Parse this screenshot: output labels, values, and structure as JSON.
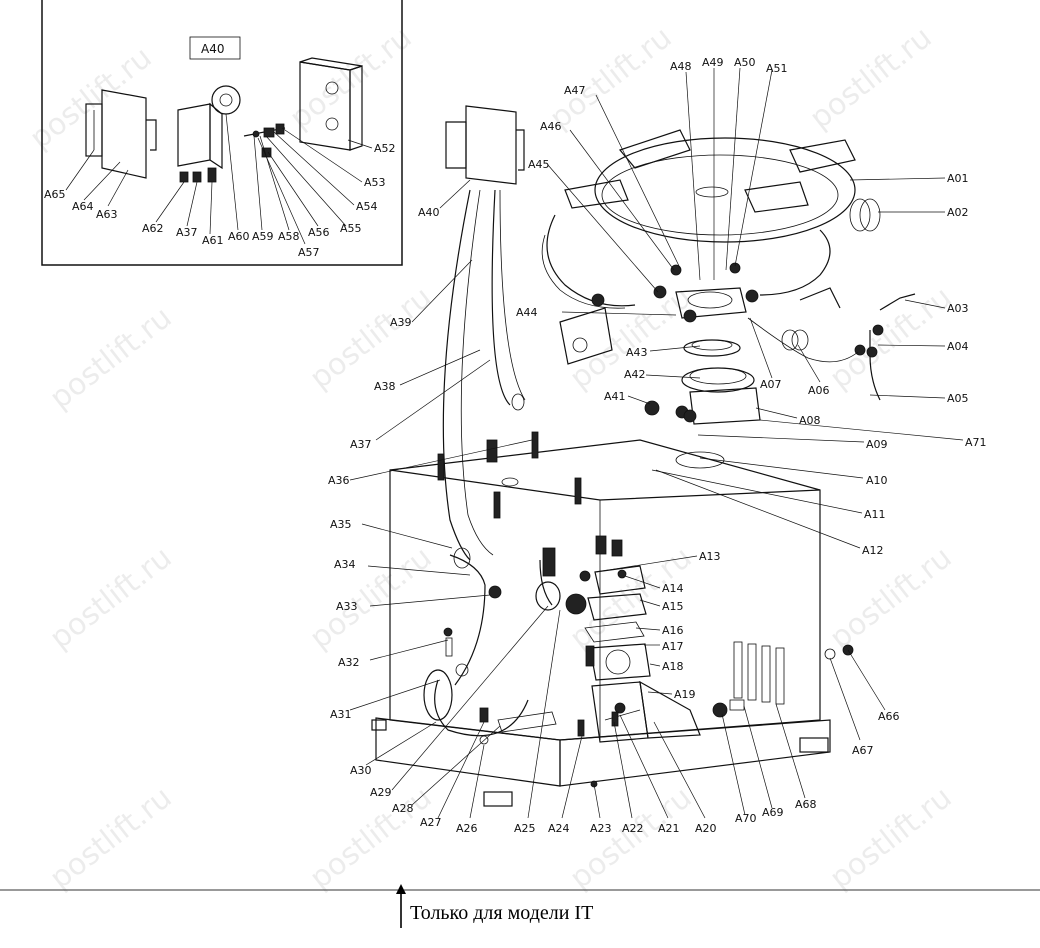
{
  "inset": {
    "title": "A40"
  },
  "footnote": {
    "text": "Только для модели IT"
  },
  "watermark": {
    "text": "postlift.ru"
  },
  "labels": [
    "A01",
    "A02",
    "A03",
    "A04",
    "A05",
    "A06",
    "A07",
    "A08",
    "A09",
    "A10",
    "A11",
    "A12",
    "A13",
    "A14",
    "A15",
    "A16",
    "A17",
    "A18",
    "A19",
    "A20",
    "A21",
    "A22",
    "A23",
    "A24",
    "A25",
    "A26",
    "A27",
    "A28",
    "A29",
    "A30",
    "A31",
    "A32",
    "A33",
    "A34",
    "A35",
    "A36",
    "A37",
    "A38",
    "A39",
    "A40",
    "A41",
    "A42",
    "A43",
    "A44",
    "A45",
    "A46",
    "A47",
    "A48",
    "A49",
    "A50",
    "A51",
    "A52",
    "A53",
    "A54",
    "A55",
    "A56",
    "A57",
    "A58",
    "A59",
    "A60",
    "A61",
    "A62",
    "A63",
    "A64",
    "A65",
    "A66",
    "A67",
    "A68",
    "A69",
    "A70",
    "A71"
  ]
}
